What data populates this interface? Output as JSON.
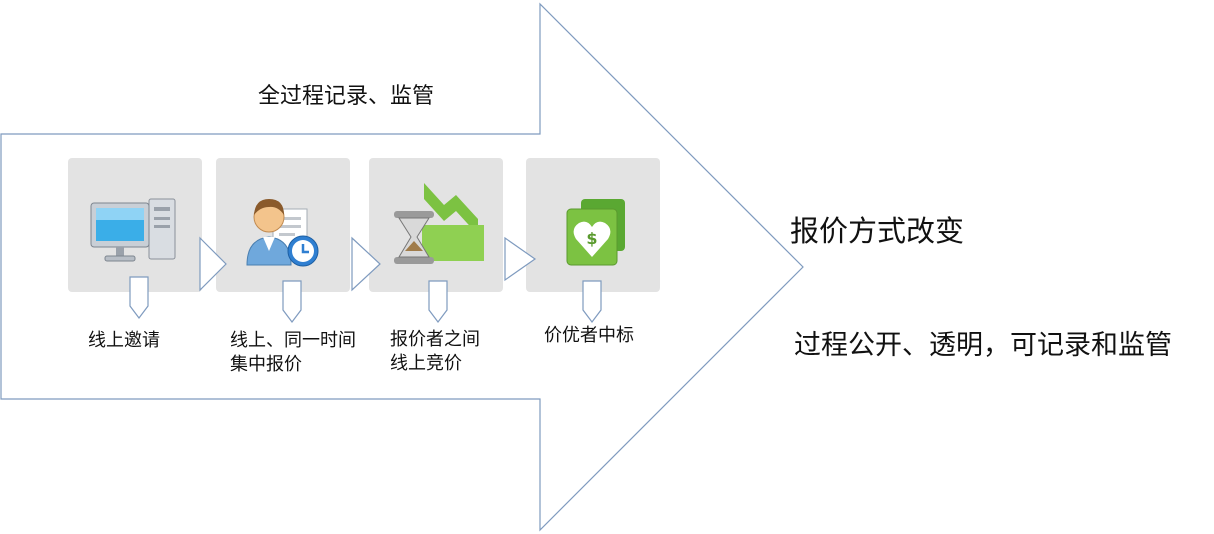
{
  "diagram": {
    "top_label": "全过程记录、监管",
    "side_title": "报价方式改变",
    "side_description": "过程公开、透明，可记录和监管",
    "steps": [
      {
        "label": "线上邀请",
        "icon": "computer-icon"
      },
      {
        "label": "线上、同一时间\n集中报价",
        "icon": "user-clock-icon"
      },
      {
        "label": "报价者之间\n线上竞价",
        "icon": "hourglass-chart-icon"
      },
      {
        "label": "价优者中标",
        "icon": "money-heart-icon"
      }
    ]
  },
  "colors": {
    "arrow_outline": "#7f9bbf",
    "card_background": "#e3e3e3",
    "icon_green": "#76c043",
    "icon_blue": "#3b8fd6"
  }
}
